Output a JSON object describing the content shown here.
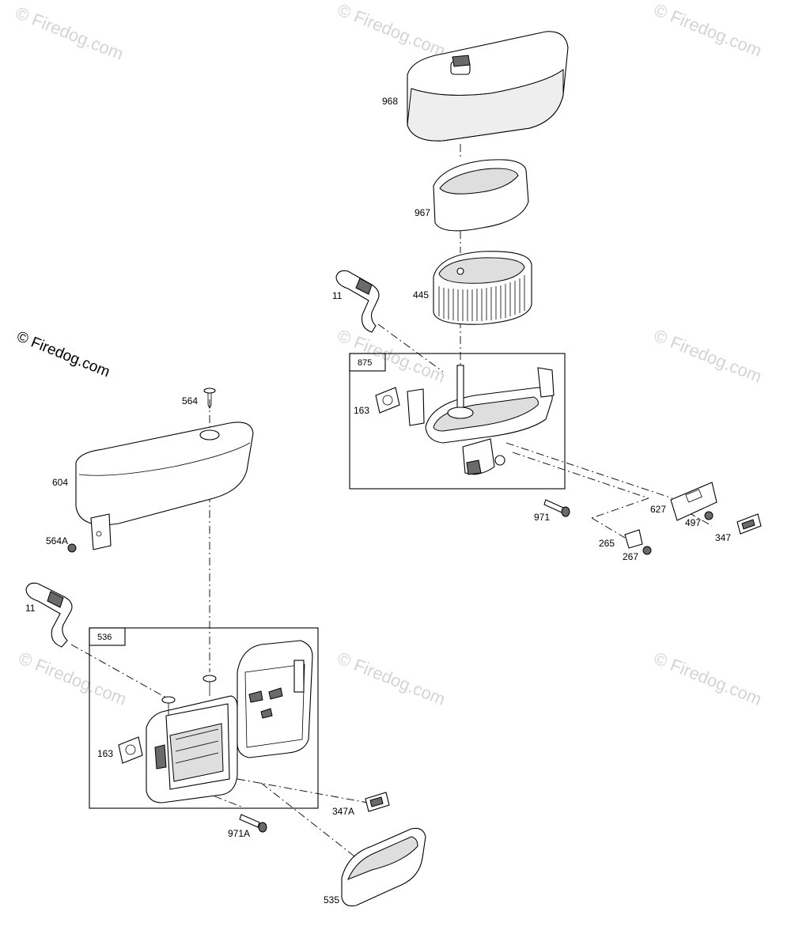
{
  "copyright_notice": "© Firedog.com",
  "watermark_text": "© Firedog.com",
  "assemblies": [
    {
      "id": "875",
      "label": "875"
    },
    {
      "id": "536",
      "label": "536"
    }
  ],
  "callouts": {
    "p968": "968",
    "p967": "967",
    "p445": "445",
    "p11_top": "11",
    "p163_top": "163",
    "p971": "971",
    "p627": "627",
    "p497": "497",
    "p347": "347",
    "p265": "265",
    "p267": "267",
    "p564": "564",
    "p604": "604",
    "p564A": "564A",
    "p11_bottom": "11",
    "p163_bottom": "163",
    "p347A": "347A",
    "p971A": "971A",
    "p535": "535"
  },
  "colors": {
    "line": "#000000",
    "watermark": "#d4d4d4",
    "shade": "#dedede"
  }
}
